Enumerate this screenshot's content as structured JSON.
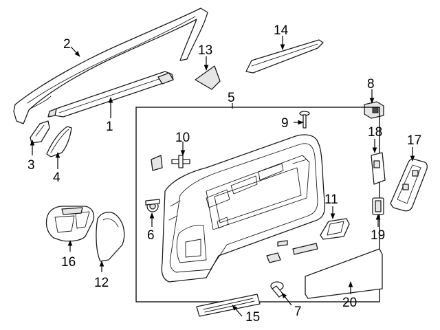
{
  "colors": {
    "line": "#1a1a1a",
    "fill": "#ffffff",
    "shade": "#e6e6e6",
    "dark": "#4a4a4a"
  },
  "callouts": [
    "1",
    "2",
    "3",
    "4",
    "5",
    "6",
    "7",
    "8",
    "9",
    "10",
    "11",
    "12",
    "13",
    "14",
    "15",
    "16",
    "17",
    "18",
    "19",
    "20"
  ]
}
